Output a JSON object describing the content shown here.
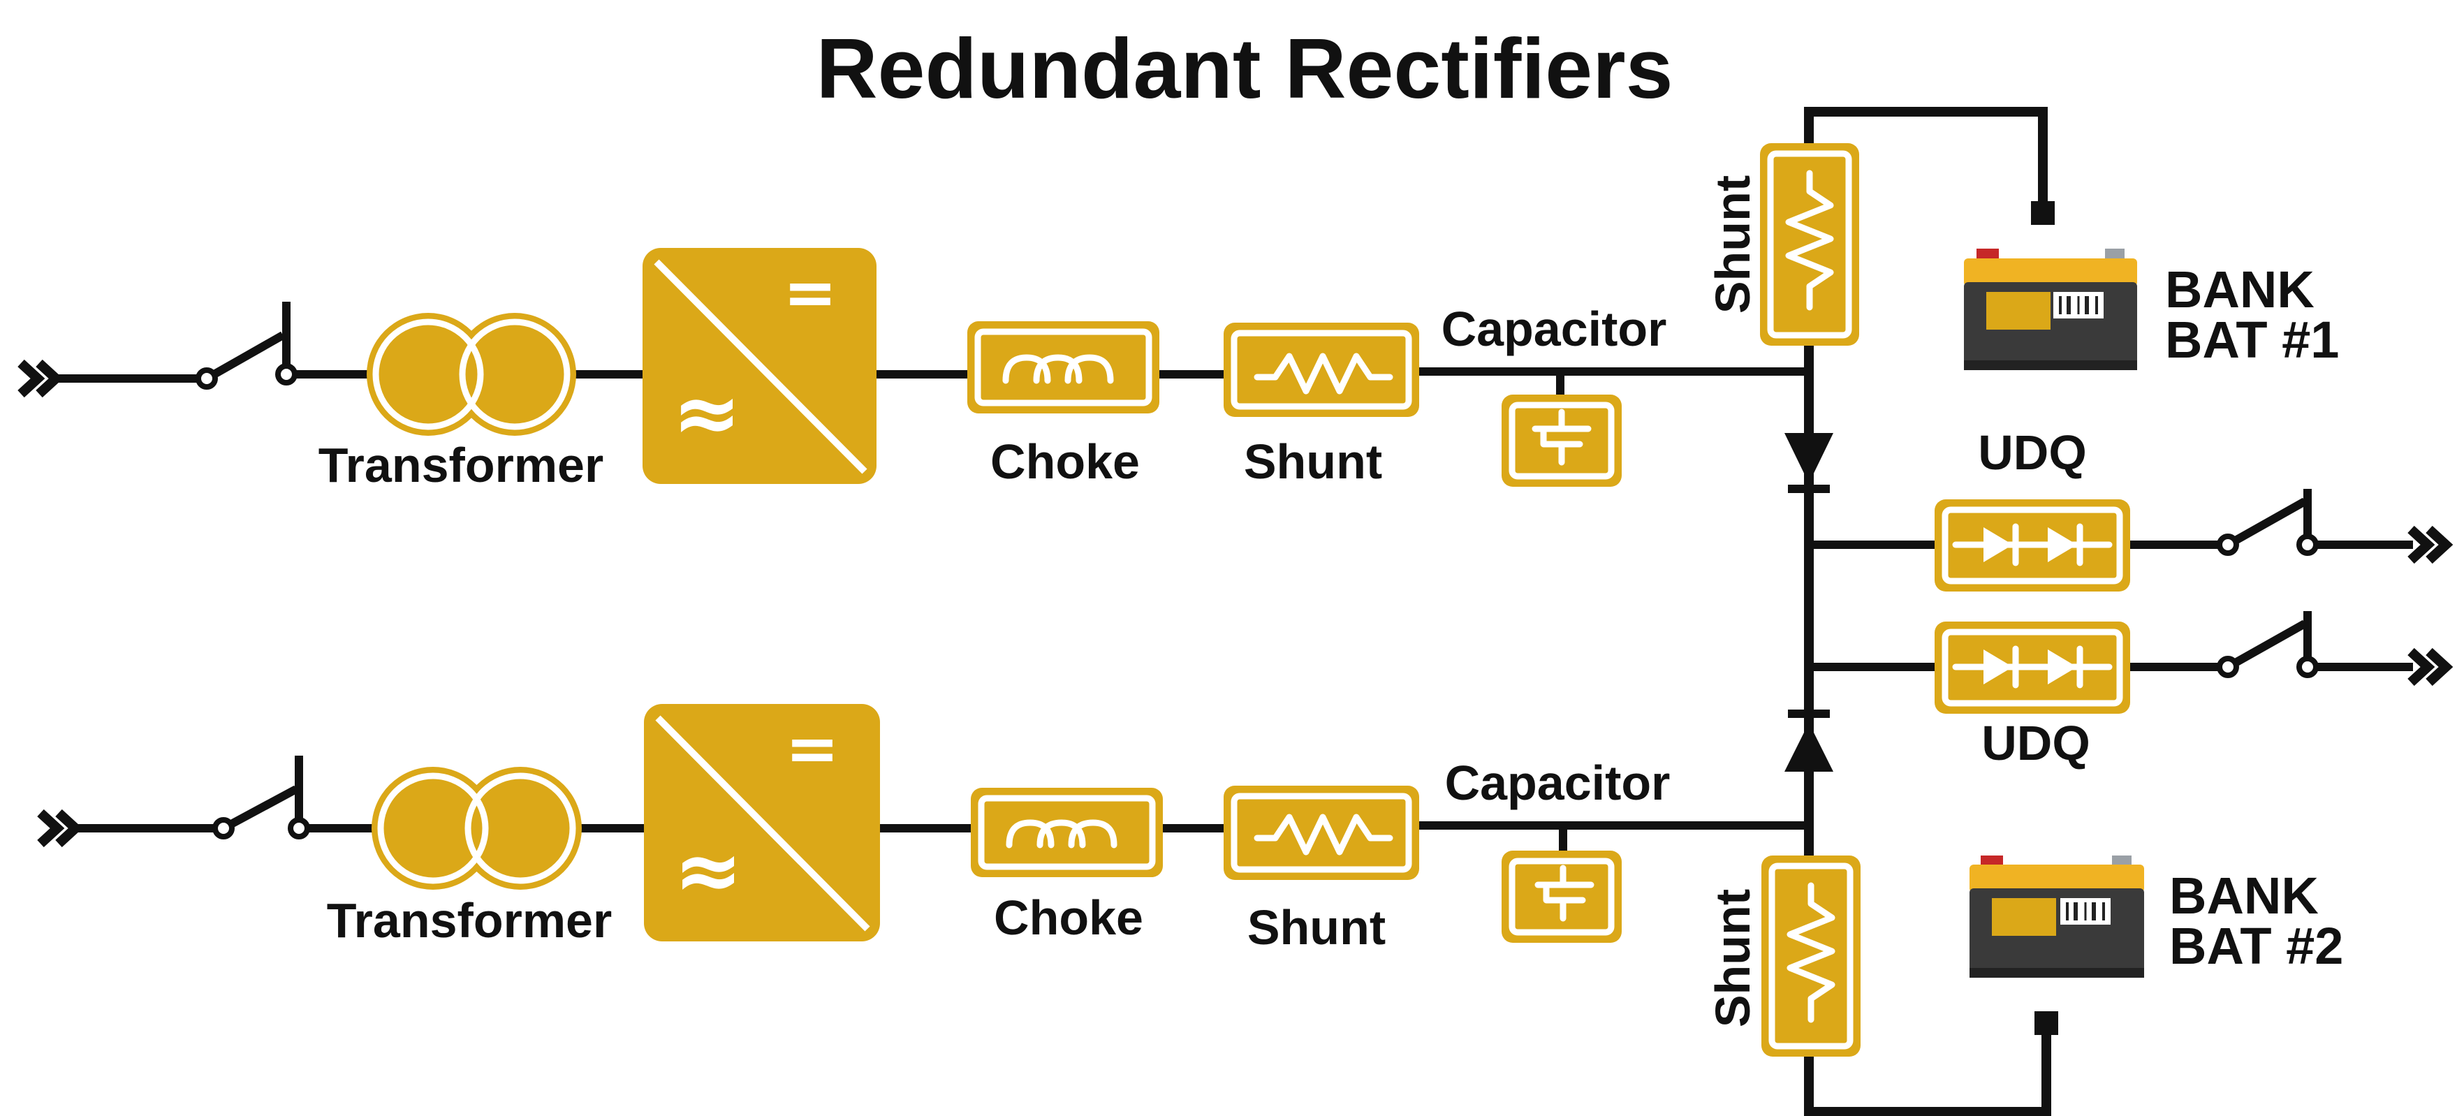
{
  "title": "Redundant Rectifiers",
  "rectifier_1": {
    "transformer_label": "Transformer",
    "choke_label": "Choke",
    "shunt_label": "Shunt",
    "capacitor_label": "Capacitor",
    "converter_dc_symbol": "=",
    "converter_ac_symbol": "≈"
  },
  "rectifier_2": {
    "transformer_label": "Transformer",
    "choke_label": "Choke",
    "shunt_label": "Shunt",
    "capacitor_label": "Capacitor",
    "converter_dc_symbol": "=",
    "converter_ac_symbol": "≈"
  },
  "battery_1": {
    "shunt_label": "Shunt",
    "bank_line1": "BANK",
    "bank_line2": "BAT #1"
  },
  "battery_2": {
    "shunt_label": "Shunt",
    "bank_line1": "BANK",
    "bank_line2": "BAT #2"
  },
  "outputs": {
    "udq_1_label": "UDQ",
    "udq_2_label": "UDQ"
  },
  "colors": {
    "component_fill": "#dba818",
    "wire": "#111111",
    "symbol": "#ffffff",
    "battery_body": "#3a3a3a",
    "battery_top": "#f0b323"
  },
  "icons": [
    "input-arrow-icon",
    "switch-icon",
    "transformer-icon",
    "ac-dc-converter-icon",
    "choke-icon",
    "shunt-icon",
    "capacitor-icon",
    "diode-icon",
    "udq-icon",
    "battery-icon",
    "output-arrow-icon"
  ]
}
